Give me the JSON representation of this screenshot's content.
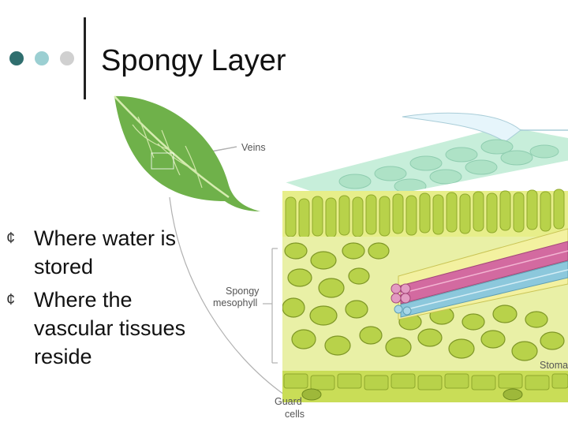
{
  "slide": {
    "title": "Spongy Layer",
    "bullet_marker": "¢",
    "bullets": [
      "Where water is stored",
      "Where the vascular tissues reside"
    ]
  },
  "diagram": {
    "labels": {
      "veins": "Veins",
      "spongy_line1": "Spongy",
      "spongy_line2": "mesophyll",
      "guard_line1": "Guard",
      "guard_line2": "cells",
      "stoma": "Stoma"
    }
  },
  "colors": {
    "dot_dark": "#2f6e6e",
    "dot_mid": "#9bcfd2",
    "dot_light": "#d0d0d0",
    "leaf": "#6fb14a",
    "cell": "#b8d24a",
    "xylem": "#d36aa0",
    "phloem": "#8cc8dc"
  }
}
